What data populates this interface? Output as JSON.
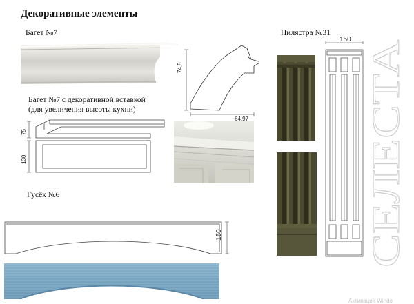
{
  "page": {
    "title": "Декоративные элементы",
    "watermark": "Активация Windo"
  },
  "baget7": {
    "label": "Багет №7",
    "dim_height": "74,5",
    "dim_width": "64,97"
  },
  "baget7_insert": {
    "label_line1": "Багет №7 с декоративной вставкой",
    "label_line2": "(для увеличения высоты кухни)",
    "dim_top": "75",
    "dim_bottom": "130"
  },
  "gusek6": {
    "label": "Гусёк №6",
    "dim_height": "150"
  },
  "pilyastra31": {
    "label": "Пилястра №31",
    "dim_width": "150"
  },
  "brand": {
    "text": "СЕЛЕСТА"
  }
}
